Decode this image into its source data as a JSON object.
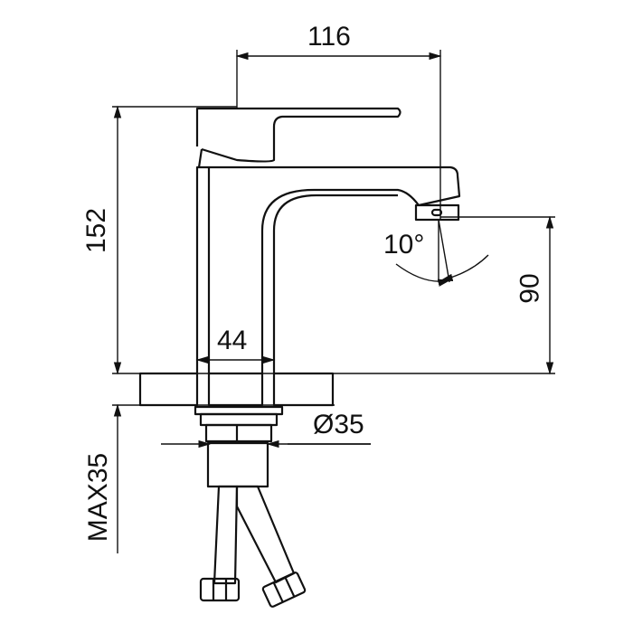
{
  "dimensions": {
    "width_total": "116",
    "height_total": "152",
    "spout_height": "90",
    "body_width": "44",
    "shank_diameter": "Ø35",
    "max_counter_thickness": "MAX35",
    "spout_angle": "10°"
  },
  "colors": {
    "line": "#111111",
    "background": "#ffffff"
  }
}
